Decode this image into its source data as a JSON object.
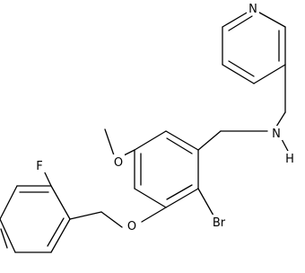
{
  "molecule": {
    "atoms": {
      "nitrogen_pyridine": "N",
      "nitrogen_amine": "N",
      "amine_hydrogen": "H",
      "oxygen_methoxy": "O",
      "oxygen_ether": "O",
      "bromine": "Br",
      "fluorine": "F"
    }
  },
  "colors": {
    "background": "#ffffff",
    "bond": "#000000",
    "label": "#000000"
  }
}
